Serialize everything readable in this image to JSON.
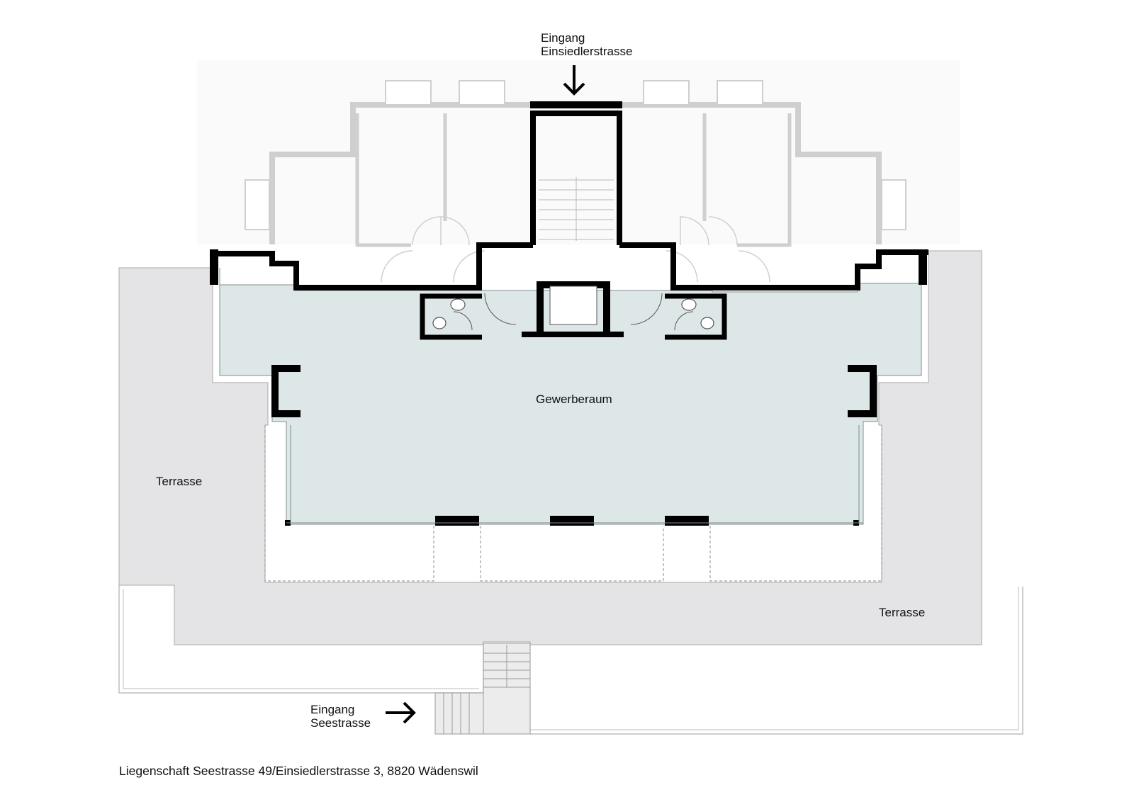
{
  "labels": {
    "entrance_top_line1": "Eingang",
    "entrance_top_line2": "Einsiedlerstrasse",
    "entrance_bottom_line1": "Eingang",
    "entrance_bottom_line2": "Seestrasse",
    "main_room": "Gewerberaum",
    "terrace_west": "Terrasse",
    "terrace_east": "Terrasse"
  },
  "caption": "Liegenschaft Seestrasse 49/Einsiedlerstrasse 3, 8820 Wädenswil",
  "colors": {
    "commercial_space": "#dde7e7",
    "terrace": "#e4e4e6",
    "upper_floor_walls": "#cfcfcf",
    "walls": "#000000"
  }
}
